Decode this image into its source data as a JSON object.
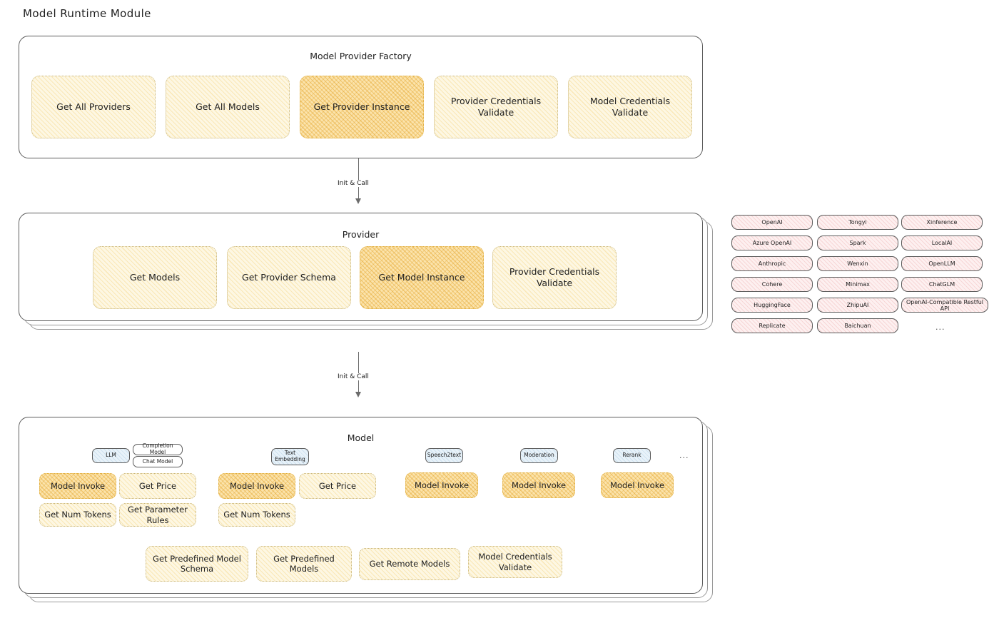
{
  "page": {
    "title": "Model Runtime Module"
  },
  "factory": {
    "title": "Model Provider Factory",
    "boxes": [
      {
        "label": "Get All Providers",
        "highlight": false
      },
      {
        "label": "Get All Models",
        "highlight": false
      },
      {
        "label": "Get Provider Instance",
        "highlight": true
      },
      {
        "label": "Provider Credentials Validate",
        "highlight": false
      },
      {
        "label": "Model Credentials Validate",
        "highlight": false
      }
    ]
  },
  "arrows": [
    {
      "label": "Init & Call",
      "from": "Model Provider Factory",
      "to": "Provider"
    },
    {
      "label": "Init & Call",
      "from": "Provider",
      "to": "Model"
    }
  ],
  "provider": {
    "title": "Provider",
    "boxes": [
      {
        "label": "Get Models",
        "highlight": false
      },
      {
        "label": "Get Provider Schema",
        "highlight": false
      },
      {
        "label": "Get Model Instance",
        "highlight": true
      },
      {
        "label": "Provider Credentials Validate",
        "highlight": false
      }
    ]
  },
  "provider_list": {
    "columns": [
      {
        "items": [
          "OpenAI",
          "Azure OpenAI",
          "Anthropic",
          "Cohere",
          "HuggingFace",
          "Replicate"
        ]
      },
      {
        "items": [
          "Tongyi",
          "Spark",
          "Wenxin",
          "Minimax",
          "ZhipuAI",
          "Baichuan"
        ]
      },
      {
        "items": [
          "Xinference",
          "LocalAI",
          "OpenLLM",
          "ChatGLM",
          "OpenAI-Compatible Restful API"
        ],
        "more": "..."
      }
    ]
  },
  "model": {
    "title": "Model",
    "more": "...",
    "types": [
      {
        "name": "LLM",
        "subtypes": [
          "Completion Model",
          "Chat Model"
        ],
        "methods": [
          {
            "label": "Model Invoke",
            "highlight": true
          },
          {
            "label": "Get Price",
            "highlight": false
          },
          {
            "label": "Get Num Tokens",
            "highlight": false
          },
          {
            "label": "Get Parameter Rules",
            "highlight": false
          }
        ]
      },
      {
        "name": "Text Embedding",
        "subtypes": [],
        "methods": [
          {
            "label": "Model Invoke",
            "highlight": true
          },
          {
            "label": "Get Price",
            "highlight": false
          },
          {
            "label": "Get Num Tokens",
            "highlight": false
          }
        ]
      },
      {
        "name": "Speech2text",
        "subtypes": [],
        "methods": [
          {
            "label": "Model Invoke",
            "highlight": true
          }
        ]
      },
      {
        "name": "Moderation",
        "subtypes": [],
        "methods": [
          {
            "label": "Model Invoke",
            "highlight": true
          }
        ]
      },
      {
        "name": "Rerank",
        "subtypes": [],
        "methods": [
          {
            "label": "Model Invoke",
            "highlight": true
          }
        ]
      }
    ],
    "common_methods": [
      {
        "label": "Get Predefined Model Schema"
      },
      {
        "label": "Get Predefined Models"
      },
      {
        "label": "Get Remote Models"
      },
      {
        "label": "Model Credentials Validate"
      }
    ]
  },
  "colors": {
    "box_fill": "#fdf7e3",
    "box_fill_highlight": "#fbe3ab",
    "pill_fill": "#fdf0f0",
    "type_pill_fill": "#e8f2f9",
    "stroke": "#5c5c5c"
  }
}
